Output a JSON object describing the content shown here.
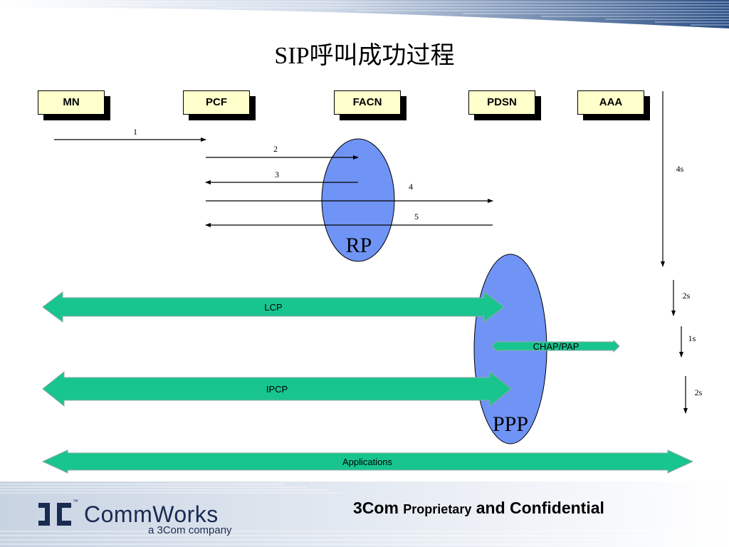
{
  "title": "SIP呼叫成功过程",
  "entities": [
    "MN",
    "PCF",
    "FACN",
    "PDSN",
    "AAA"
  ],
  "messages": [
    "1",
    "2",
    "3",
    "4",
    "5"
  ],
  "regions": {
    "rp": "RP",
    "ppp": "PPP"
  },
  "phases": {
    "lcp": "LCP",
    "chap": "CHAP/PAP",
    "ipcp": "IPCP",
    "applications": "Applications"
  },
  "timings": {
    "t4s": "4s",
    "t2s_a": "2s",
    "t1s": "1s",
    "t2s_b": "2s"
  },
  "footer": {
    "brand_name": "CommWorks",
    "brand_tm": "™",
    "brand_sub": "a 3Com company",
    "conf_a": "3Com ",
    "conf_b": "Proprietary",
    "conf_c": " and Confidential"
  },
  "colors": {
    "ellipse": "#6f94f5",
    "phase_arrow": "#18c58f",
    "entity_fill": "#ffffcc",
    "brand": "#1a2b52"
  }
}
